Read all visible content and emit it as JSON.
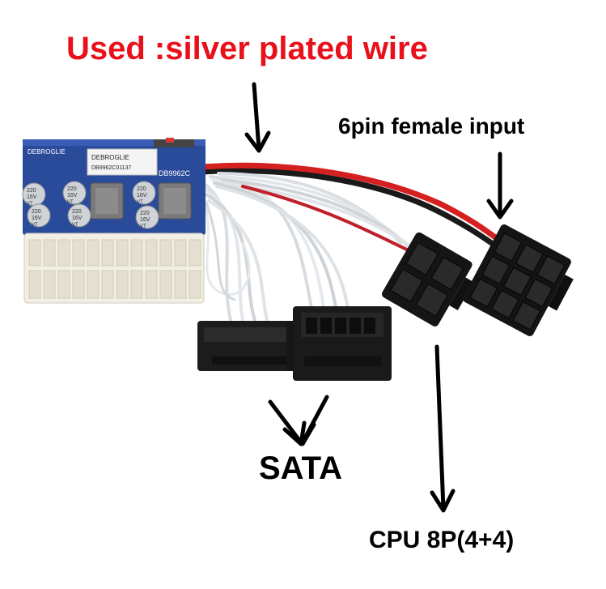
{
  "labels": {
    "title": "Used :silver plated wire",
    "input": "6pin female input",
    "sata": "SATA",
    "cpu": "CPU 8P(4+4)"
  },
  "board": {
    "brand": "DEBROGLIE",
    "sticker_brand": "DEBROGLIE",
    "serial": "DB9962C01137",
    "model": "DB9962C",
    "cap_value": "220",
    "cap_voltage": "16V",
    "cap_series": "VT"
  },
  "colors": {
    "title": "#e8101a",
    "label": "#000000",
    "pcb": "#2a4a9a",
    "connector": "#f2efe4",
    "wire": "#d8dde2",
    "plug": "#151515"
  }
}
